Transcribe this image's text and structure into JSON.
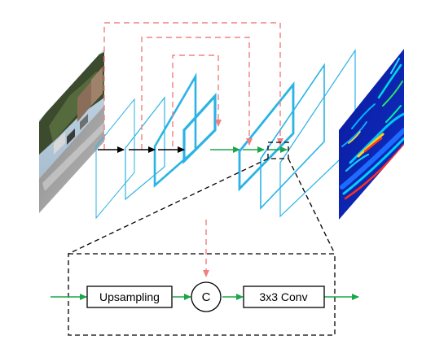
{
  "colors": {
    "plane_stroke": "#2bb3e6",
    "skip_arrow": "#f08080",
    "forward_arrow": "#000000",
    "upsample_arrow": "#1aa64a",
    "dashed_box": "#000000"
  },
  "detail": {
    "upsampling_label": "Upsampling",
    "concat_label": "C",
    "conv_label": "3x3 Conv"
  }
}
